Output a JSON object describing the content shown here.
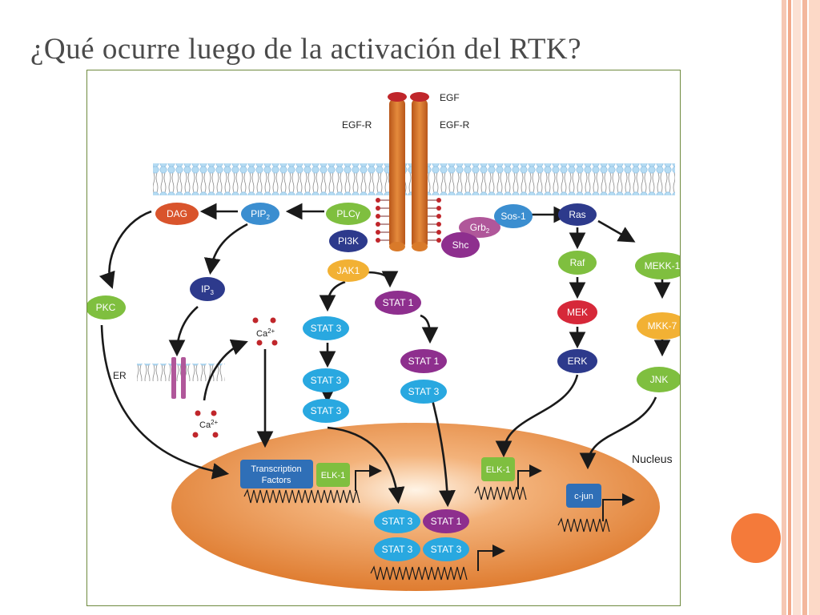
{
  "slide": {
    "title": "¿Qué ocurre luego de la activación del RTK?",
    "accent_color": "#f47a3a"
  },
  "diagram": {
    "receptor": {
      "ligand": "EGF",
      "left_label": "EGF-R",
      "right_label": "EGF-R"
    },
    "nodes": {
      "dag": "DAG",
      "pip2": "PIP",
      "pip2_sub": "2",
      "plcg": "PLCγ",
      "pi3k": "PI3K",
      "jak1": "JAK1",
      "ip3": "IP",
      "ip3_sub": "3",
      "pkc": "PKC",
      "er": "ER",
      "ca_top": "Ca",
      "ca_top_sup": "2+",
      "ca_bottom": "Ca",
      "ca_bottom_sup": "2+",
      "grb2": "Grb",
      "grb2_sub": "2",
      "sos1": "Sos-1",
      "shc": "Shc",
      "ras": "Ras",
      "raf": "Raf",
      "mek": "MEK",
      "erk": "ERK",
      "mekk1": "MEKK-1",
      "mkk7": "MKK-7",
      "jnk": "JNK",
      "stat1_a": "STAT 1",
      "stat1_b": "STAT 1",
      "stat3_b": "STAT 3",
      "stat3_a": "STAT 3",
      "stat3_c": "STAT 3",
      "stat3_d": "STAT 3",
      "nucleus": "Nucleus",
      "tf_line1": "Transcription",
      "tf_line2": "Factors",
      "elk1_left": "ELK-1",
      "elk1_right": "ELK-1",
      "cjun": "c-jun",
      "n_stat3_1": "STAT 3",
      "n_stat1": "STAT 1",
      "n_stat3_2": "STAT 3",
      "n_stat3_3": "STAT 3"
    },
    "colors": {
      "orange_red": "#d9542c",
      "blue_dark": "#2d3a8c",
      "green": "#7fbf3f",
      "cyan": "#29a8e0",
      "purple": "#8e2f8e",
      "red": "#d62839",
      "yellow": "#f2b134",
      "sky": "#3b8ed0",
      "receptor": "#d97a2a"
    }
  }
}
